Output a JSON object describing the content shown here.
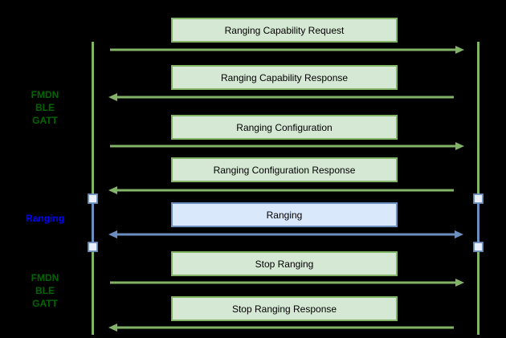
{
  "colors": {
    "background": "#000000",
    "box_green_fill": "#d5e8d4",
    "box_green_stroke": "#82b366",
    "box_blue_fill": "#dae8fc",
    "box_blue_stroke": "#6c8ebf",
    "arrow_green": "#82b366",
    "arrow_blue": "#6c8ebf",
    "lifeline_green": "#82b366",
    "lifeline_blue": "#6c8ebf",
    "square_fill": "#e9f0fb",
    "square_stroke": "#6c8ebf",
    "phase_green_text": "#006600",
    "phase_blue_text": "#0000ff",
    "box_text": "#000000"
  },
  "phases": [
    {
      "lines": [
        "FMDN",
        "BLE",
        "GATT"
      ],
      "style": "green"
    },
    {
      "lines": [
        "Ranging"
      ],
      "style": "blue"
    },
    {
      "lines": [
        "FMDN",
        "BLE",
        "GATT"
      ],
      "style": "green"
    }
  ],
  "messages": [
    {
      "label": "Ranging Capability Request",
      "direction": "right",
      "style": "green"
    },
    {
      "label": "Ranging Capability Response",
      "direction": "left",
      "style": "green"
    },
    {
      "label": "Ranging Configuration",
      "direction": "right",
      "style": "green"
    },
    {
      "label": "Ranging Configuration Response",
      "direction": "left",
      "style": "green"
    },
    {
      "label": "Ranging",
      "direction": "both",
      "style": "blue"
    },
    {
      "label": "Stop Ranging",
      "direction": "right",
      "style": "green"
    },
    {
      "label": "Stop Ranging Response",
      "direction": "left",
      "style": "green"
    }
  ]
}
